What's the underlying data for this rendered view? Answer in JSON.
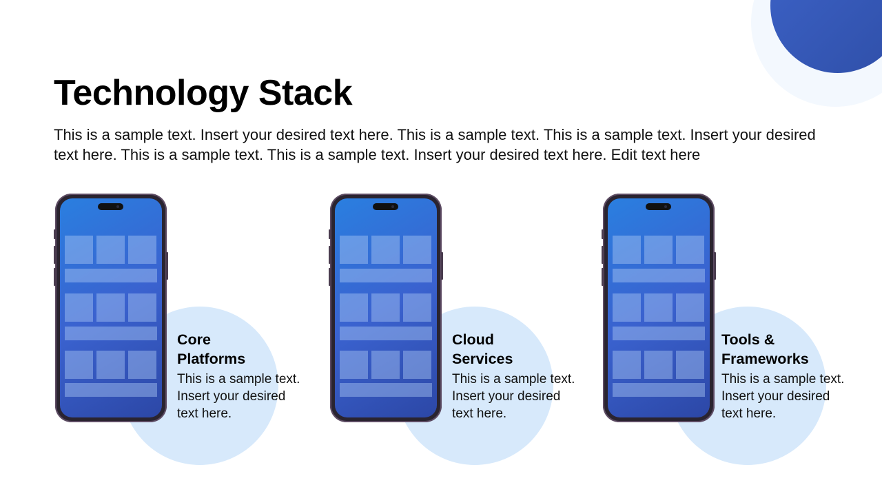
{
  "slide": {
    "title": "Technology Stack",
    "intro": "This is a sample text. Insert your desired text here. This is a sample text. This is a sample text. Insert your desired text here. This is a sample text.  This is a sample text. Insert your desired text here. Edit text here"
  },
  "theme": {
    "accent_dark_blue": "#2f4fa8",
    "accent_blue": "#3a62cf",
    "light_circle": "#d7e9fb",
    "pale_circle": "#f3f8fe",
    "phone_frame": "#2a2430"
  },
  "cards": [
    {
      "heading_line1": "Core",
      "heading_line2": "Platforms",
      "body_line1": "This is a sample text.",
      "body_line2": "Insert your desired",
      "body_line3": "text here.",
      "icon": "smartphone-icon"
    },
    {
      "heading_line1": "Cloud",
      "heading_line2": "Services",
      "body_line1": "This is a sample text.",
      "body_line2": "Insert your desired",
      "body_line3": "text here.",
      "icon": "smartphone-icon"
    },
    {
      "heading_line1": "Tools &",
      "heading_line2": "Frameworks",
      "body_line1": "This is a sample text.",
      "body_line2": "Insert your desired",
      "body_line3": "text here.",
      "icon": "smartphone-icon"
    }
  ]
}
